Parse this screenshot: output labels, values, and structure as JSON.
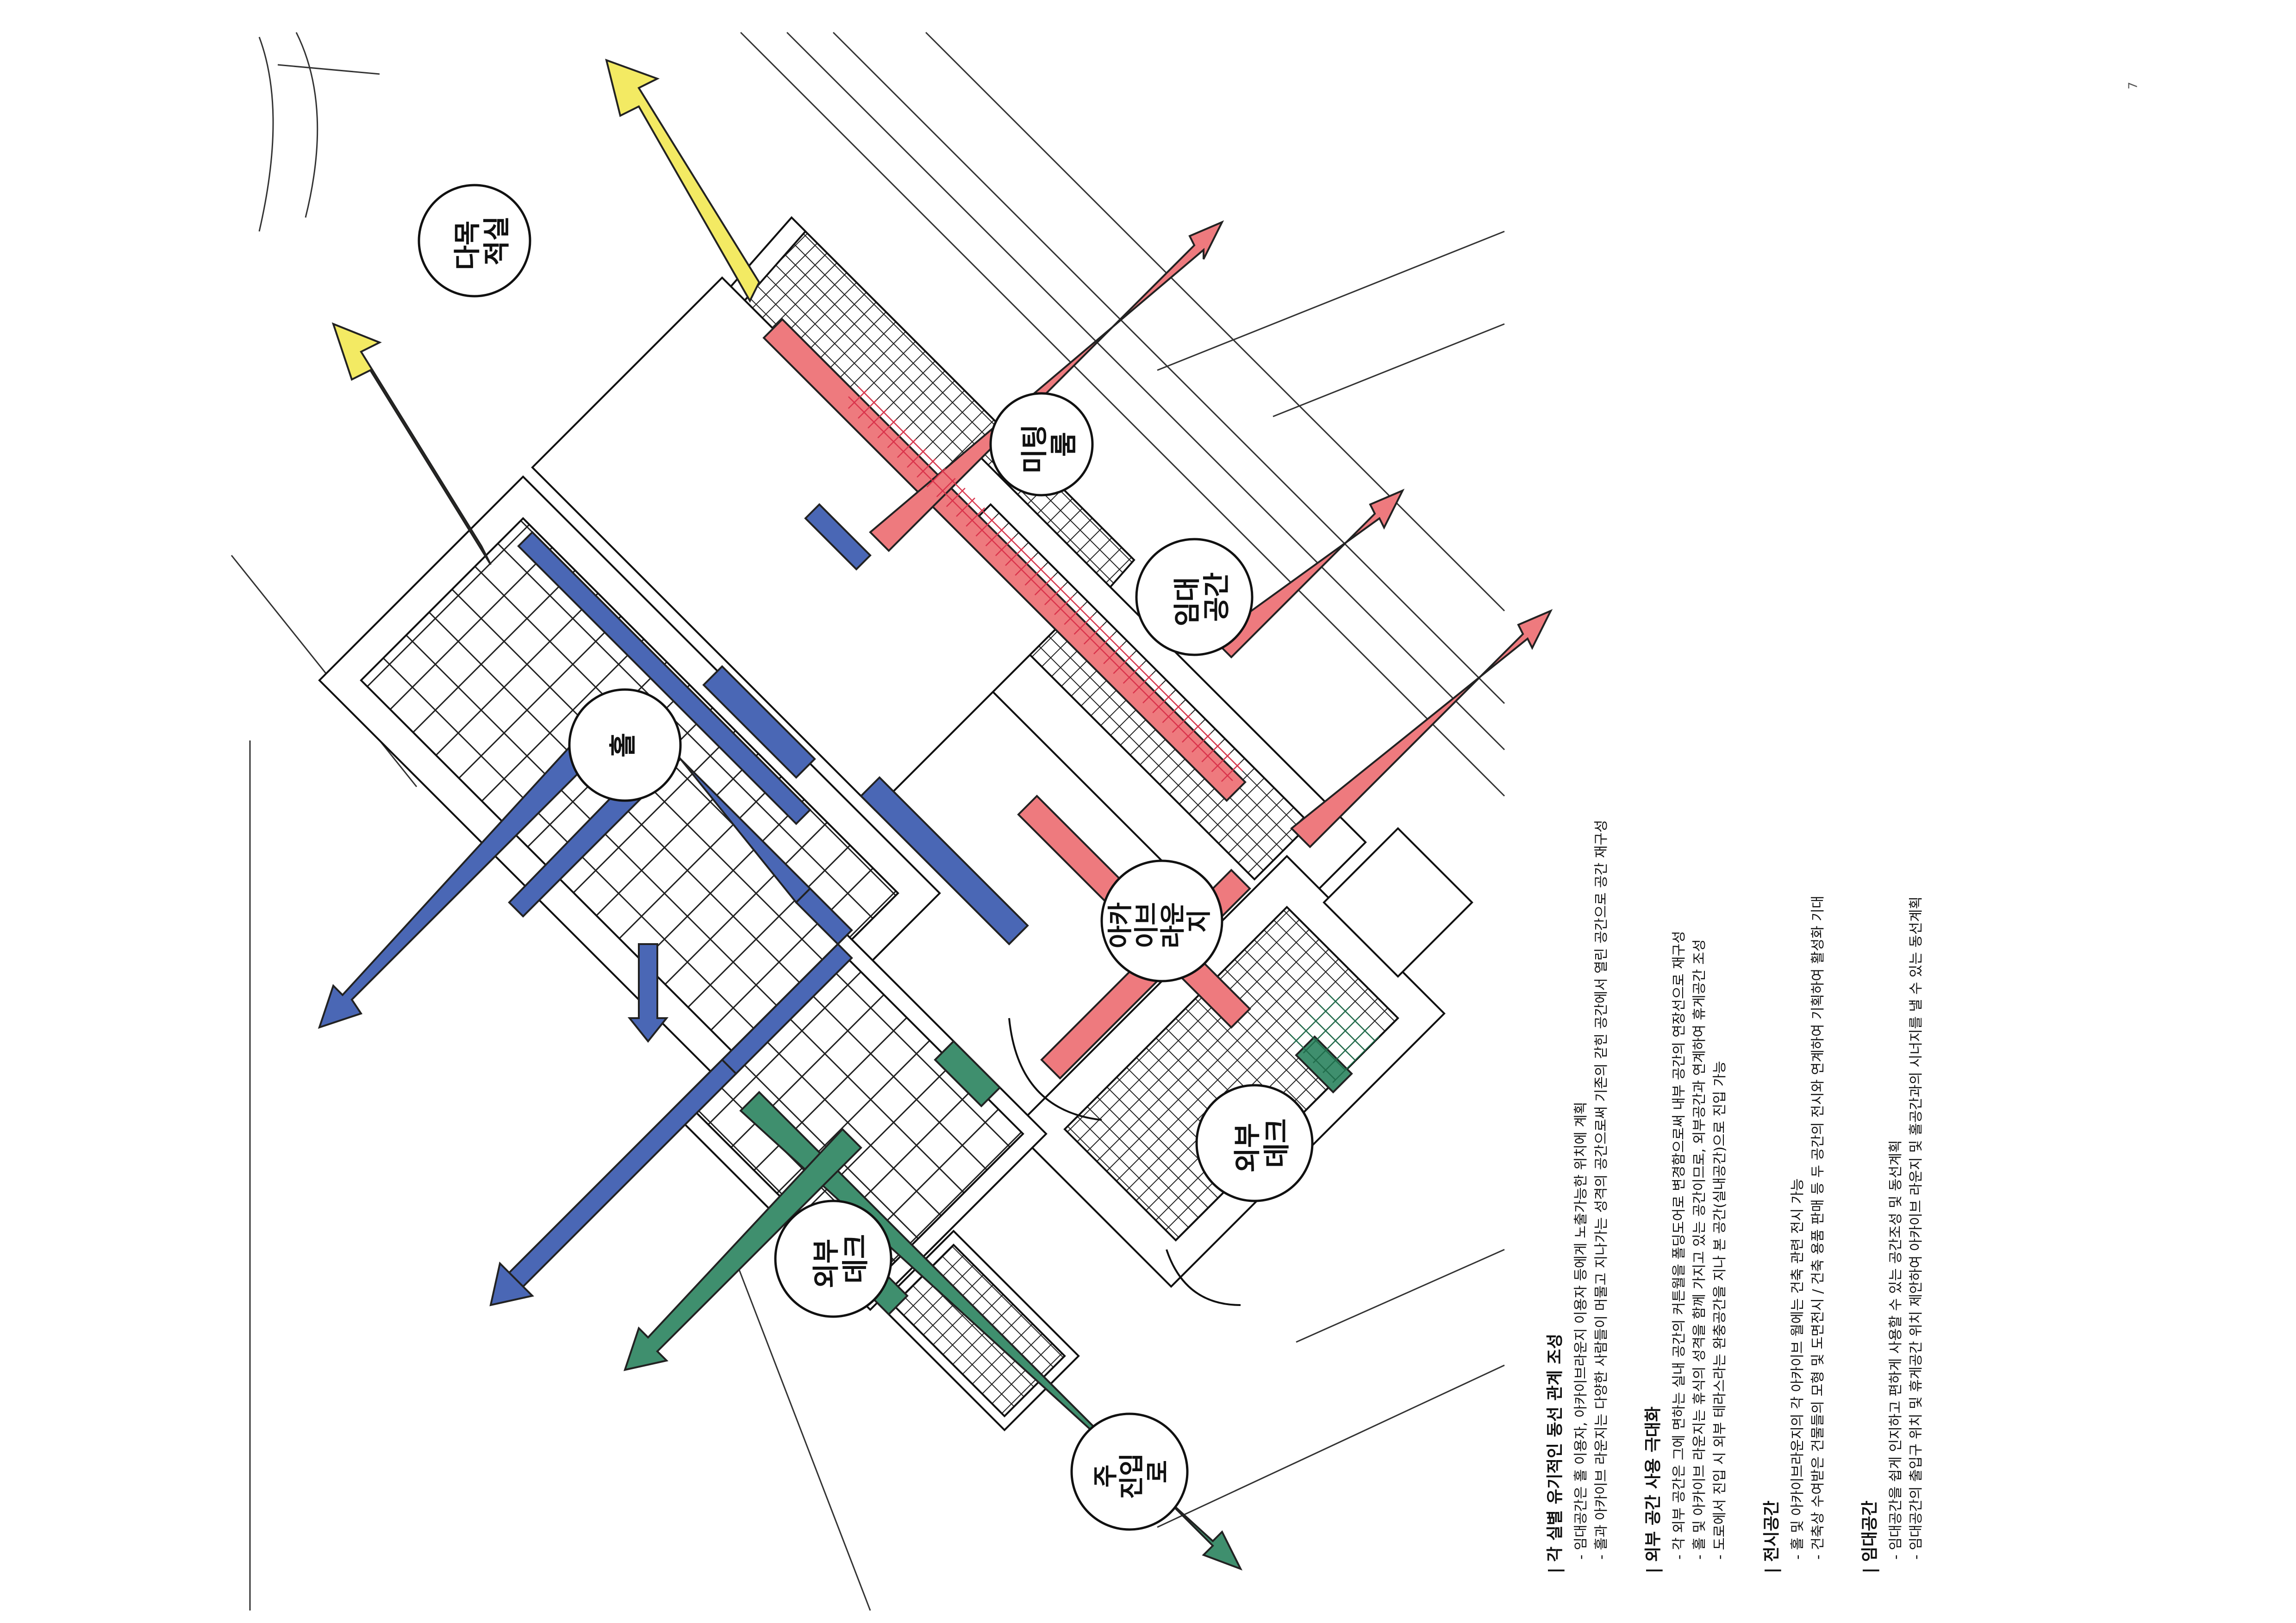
{
  "page_number": "7",
  "diagram": {
    "space_labels": {
      "archive": "다목\n적실",
      "hall": "홀",
      "meeting": "미팅\n룸",
      "rental": "임대\n공간",
      "archive_lounge": "아카\n이브\n라운\n지",
      "deck_right": "외부\n데크",
      "deck_left": "외부\n데크",
      "entrance": "주\n진입\n로"
    },
    "route_colors": {
      "hall_route": "#4a67b5",
      "archive_lounge_route": "#ee7a7e",
      "deck_route": "#3f8f6e",
      "multipurpose_route": "#f3ea63",
      "grid_overlay": "#d9324a"
    }
  },
  "notes": [
    {
      "heading": "각 실별 유기적인 동선 관계 조성",
      "lines": [
        "임대공간은 홀 이용자, 아카이브라운지 이용자 등에게 노출가능한 위치에 계획",
        "홀과 아카이브 라운지는 다양한 사람들이 머물고 지나가는 성격의 공간으로써 기존의 갇힌 공간에서 열린 공간으로 공간 재구성"
      ]
    },
    {
      "heading": "외부 공간 사용 극대화",
      "lines": [
        "각 외부 공간은 그에 면하는 실내 공간의 커튼월을 폴딩도어로 변경함으로써 내부 공간의 연장선으로 재구성",
        "홀 및 아카이브 라운지는 휴식의 성격을 함께 가지고 있는 공간이므로, 외부공간과 연계하여 휴게공간 조성",
        "도로에서 진입 시 외부 테라스라는 완충공간을 지나 본 공간(실내공간)으로 진입 가능"
      ]
    },
    {
      "heading": "전시공간",
      "lines": [
        "홀 및 아카이브라운지의 각 아카이브 월에는 건축 관련 전시 가능",
        "건축상 수여받은 건물들의 모형 및 도면전시 / 건축 용품 판매 등 두 공간의 전시와 연계하여 기획하여 활성화 기대"
      ]
    },
    {
      "heading": "임대공간",
      "lines": [
        "임대공간을 쉽게 인지하고 편하게 사용할 수 있는 공간조성 및 동선계획",
        "임대공간의 출입구 위치 및 휴게공간 위치 제안하여 아카이브 라운지 및 홀공간과의 시너지를 낼 수 있는 동선계획"
      ]
    }
  ]
}
